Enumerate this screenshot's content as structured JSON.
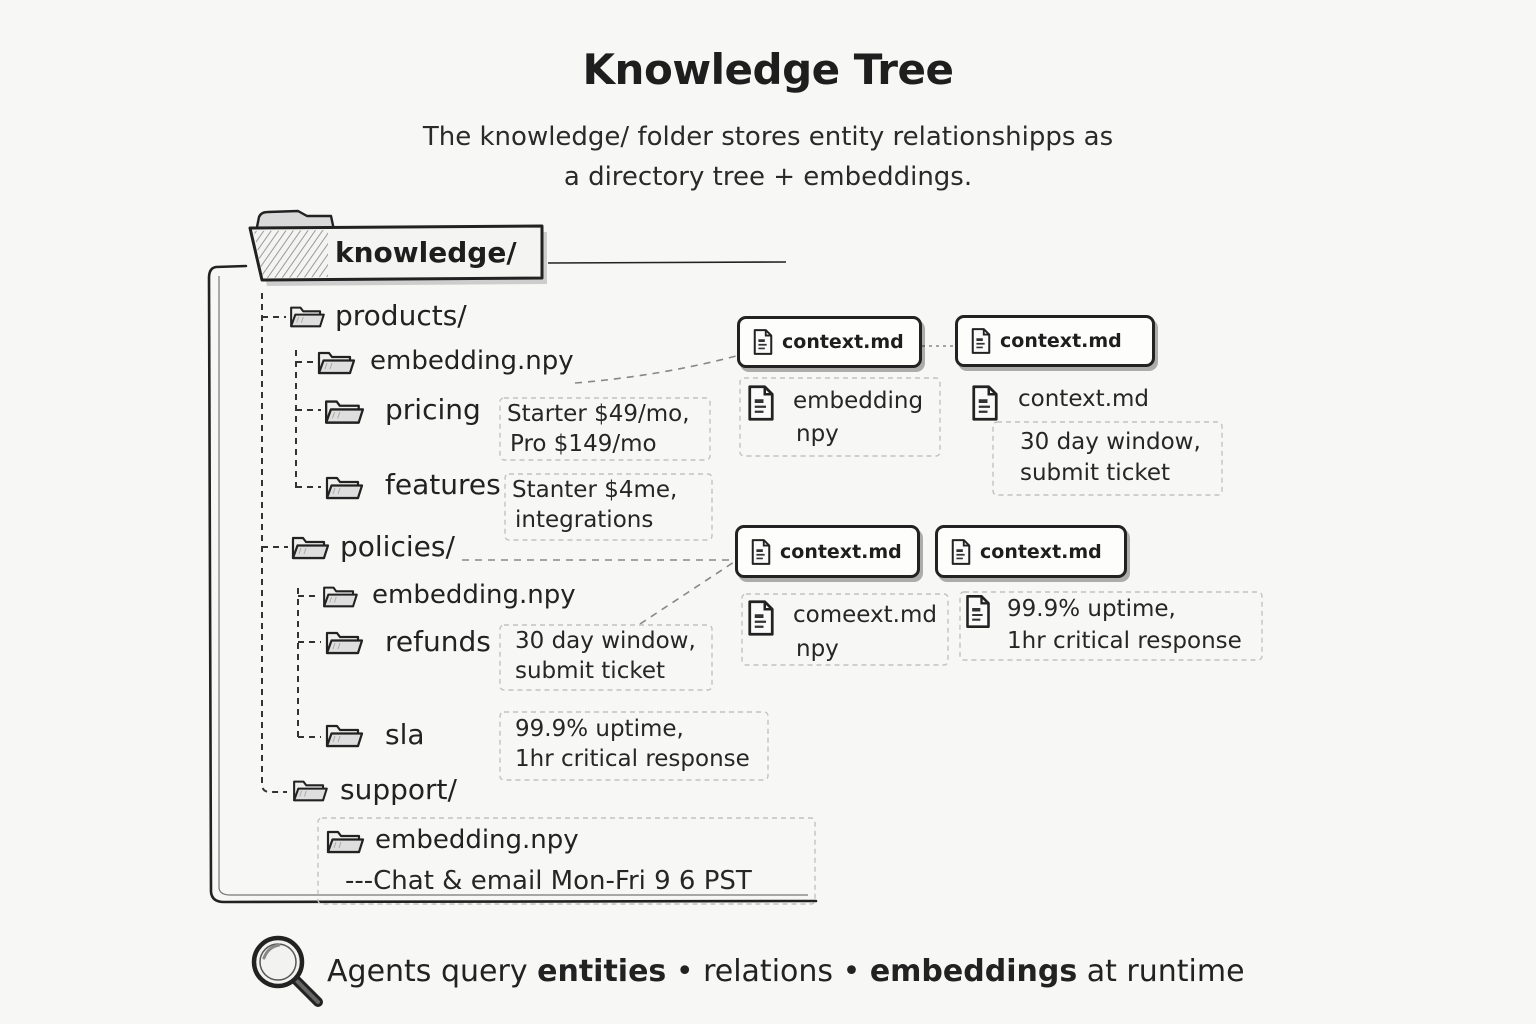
{
  "title": "Knowledge Tree",
  "subtitle": {
    "line1": "The knowledge/ folder stores entity relationshipps as",
    "line2": "a directory tree + embeddings."
  },
  "root_folder": {
    "label": "knowledge/"
  },
  "tree": {
    "products": {
      "label": "products/",
      "embedding": "embedding.npy",
      "pricing": {
        "label": "pricing",
        "note": [
          "Starter $49/mo,",
          "Pro $149/mo"
        ]
      },
      "features": {
        "label": "features",
        "note": [
          "Stanter $4me,",
          "integrations"
        ]
      }
    },
    "policies": {
      "label": "policies/",
      "embedding": "embedding.npy",
      "refunds": {
        "label": "refunds",
        "note": [
          "30 day window,",
          "submit ticket"
        ]
      },
      "sla": {
        "label": "sla",
        "note": [
          "99.9% uptime,",
          "1hr critical response"
        ]
      }
    },
    "support": {
      "label": "support/",
      "embedding": "embedding.npy",
      "note": "---Chat & email Mon-Fri 9 6 PST"
    }
  },
  "cards": {
    "row1": [
      {
        "label": "context.md",
        "detail": [
          "embedding",
          "npy"
        ]
      },
      {
        "label": "context.md",
        "detail": [
          "context.md"
        ],
        "note": [
          "30 day window,",
          "submit ticket"
        ]
      }
    ],
    "row2": [
      {
        "label": "context.md",
        "detail": [
          "comeext.md",
          "npy"
        ]
      },
      {
        "label": "context.md",
        "detail": [
          "99.9% uptime,",
          "1hr critical response"
        ]
      }
    ]
  },
  "footer": {
    "parts": [
      "Agents query",
      "entities",
      "•",
      "relations",
      "•",
      "embeddings",
      "at runtime"
    ]
  },
  "icons": {
    "folder": "folder-icon",
    "file": "file-icon",
    "search": "magnifying-glass-icon"
  },
  "colors": {
    "ink": "#222222",
    "background": "#f7f7f5",
    "connector": "#888888",
    "note_border": "#c2c2c2"
  }
}
